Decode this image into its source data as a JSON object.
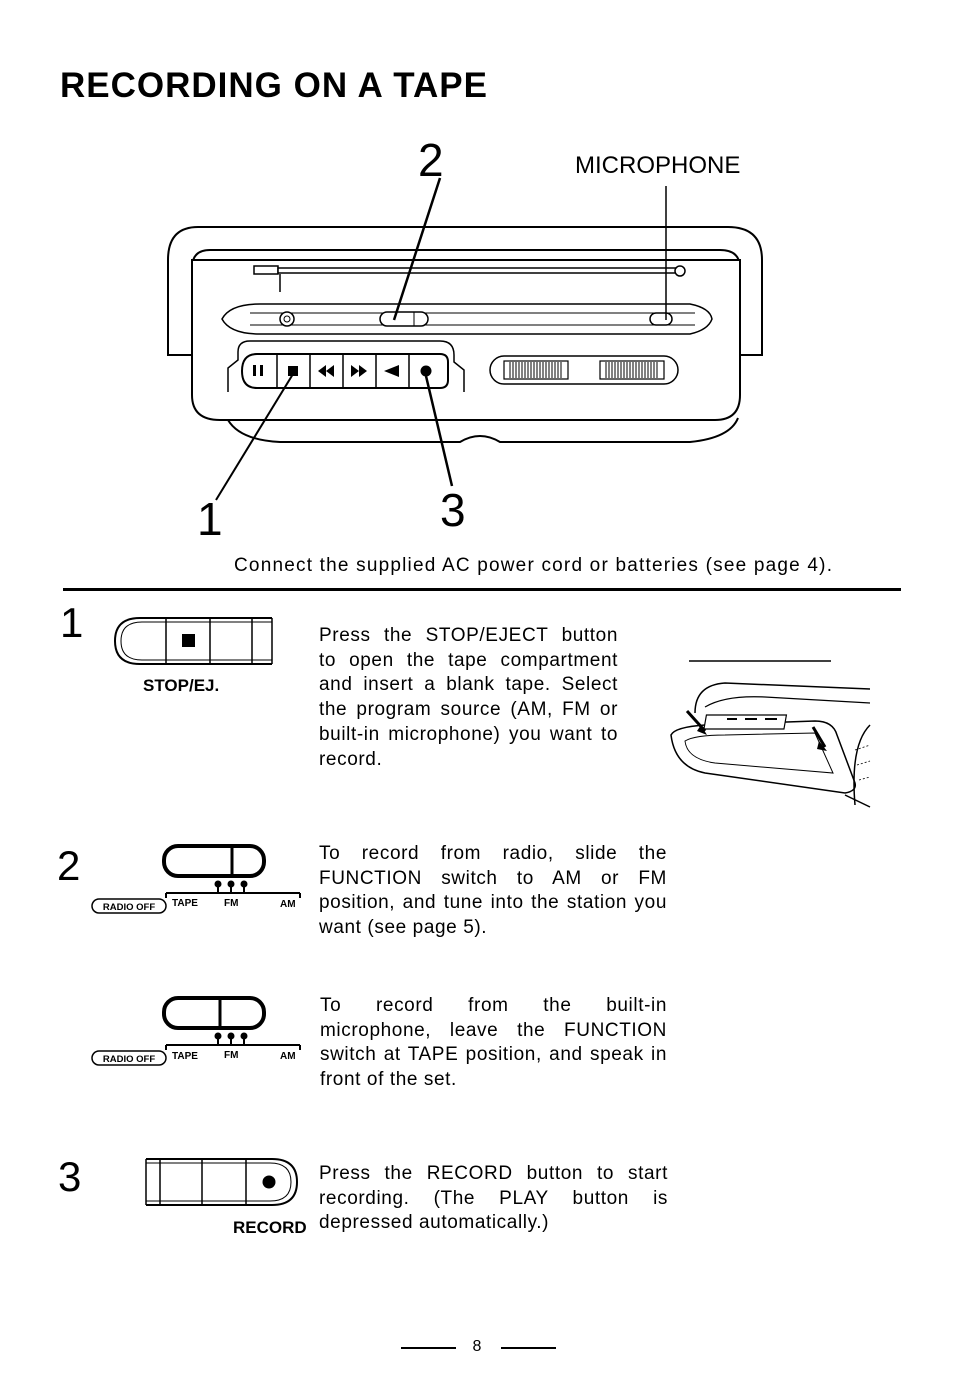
{
  "page": {
    "title": "RECORDING ON A TAPE",
    "page_number": "8"
  },
  "diagram": {
    "callout_1": "1",
    "callout_2": "2",
    "callout_3": "3",
    "microphone_label": "MICROPHONE"
  },
  "connect_note": "Connect the supplied AC power cord or batteries (see page 4).",
  "steps": [
    {
      "number": "1",
      "button_caption": "STOP/EJ.",
      "text": "Press the STOP/EJECT button to open the tape compartment and insert a blank tape.  Select the program source (AM, FM or built-in microphone) you want to record."
    },
    {
      "number": "2",
      "switch_labels": {
        "radio_off": "RADIO OFF",
        "tape": "TAPE",
        "fm": "FM",
        "am": "AM"
      },
      "text": "To record from radio, slide the FUNCTION switch to AM or FM position, and tune into the station you want (see page 5)."
    },
    {
      "number": "",
      "switch_labels": {
        "radio_off": "RADIO OFF",
        "tape": "TAPE",
        "fm": "FM",
        "am": "AM"
      },
      "text": "To record from the built-in microphone, leave the FUNCTION switch at TAPE position, and speak in front of the set."
    },
    {
      "number": "3",
      "button_caption": "RECORD",
      "text": "Press the RECORD button to start recording.  (The PLAY button is depressed automatically.)"
    }
  ]
}
